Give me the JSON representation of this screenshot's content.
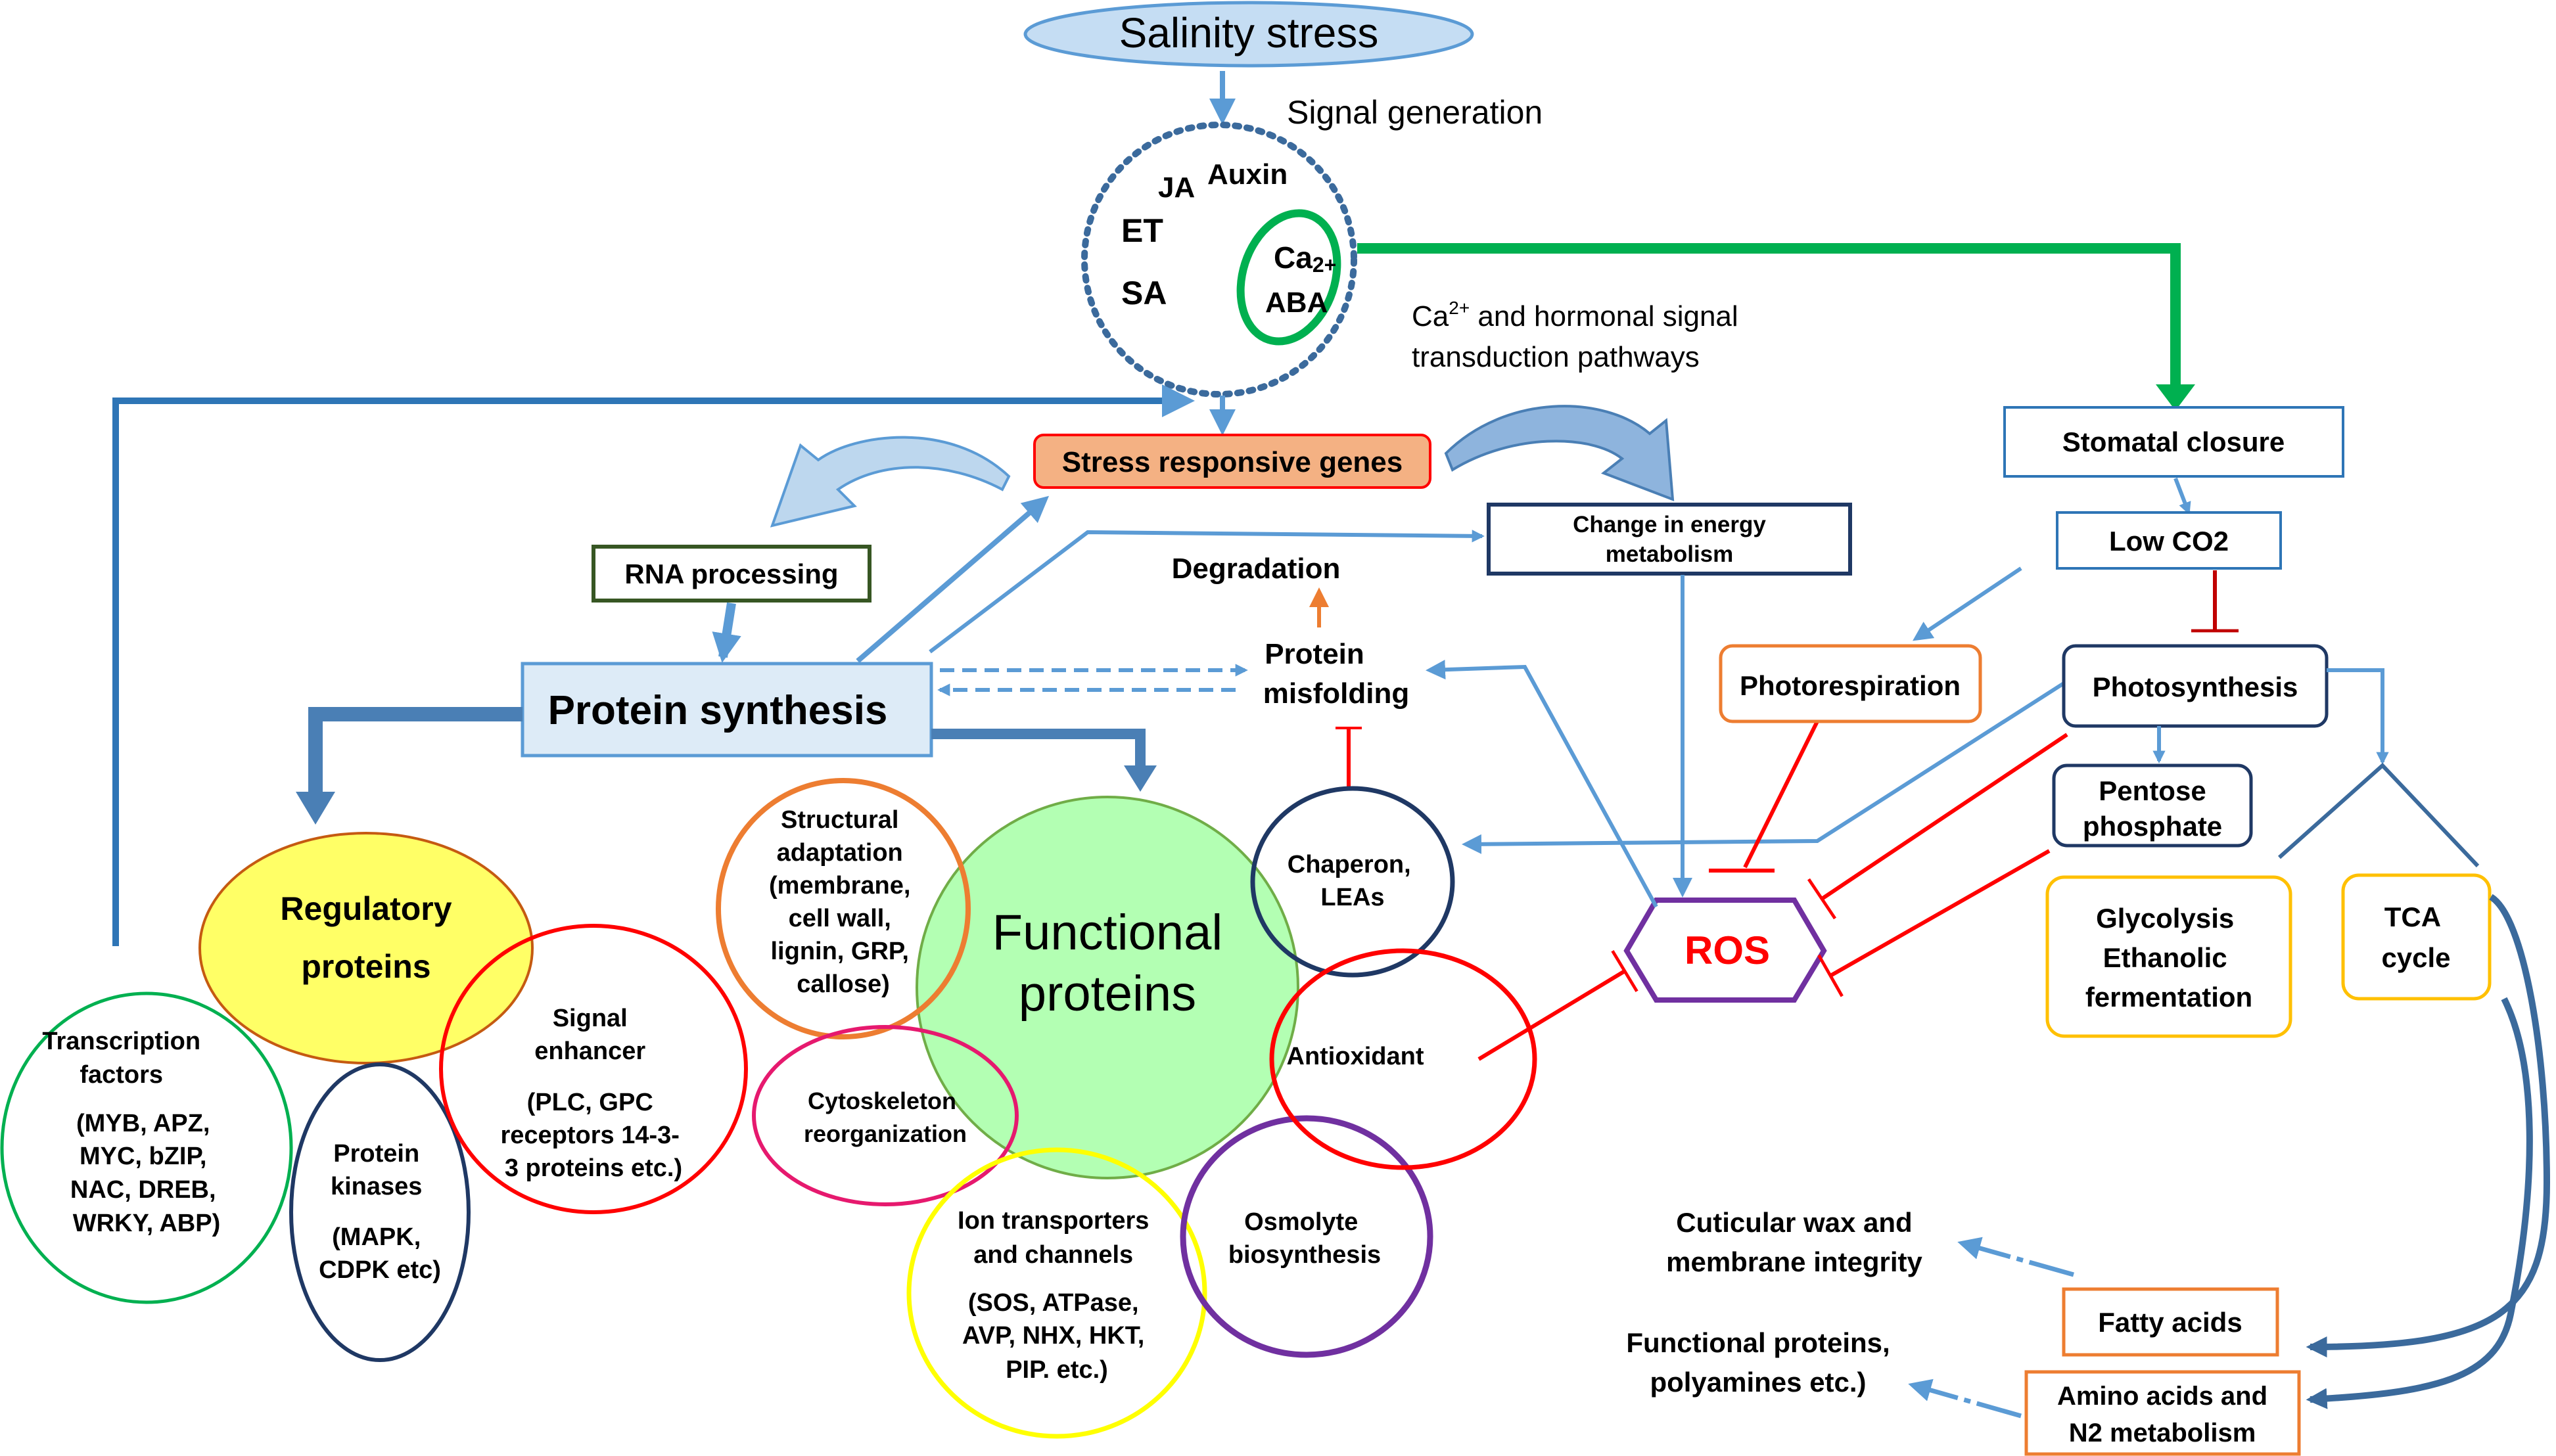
{
  "title": "Salinity stress",
  "signal_generation": "Signal generation",
  "hormones": {
    "ja": "JA",
    "auxin": "Auxin",
    "et": "ET",
    "sa": "SA",
    "ca": "Ca",
    "ca_sup": "2+",
    "aba": "ABA"
  },
  "transduction": {
    "line1_pre": "Ca",
    "line1_sup": "2+",
    "line1_post": " and hormonal signal",
    "line2": "transduction pathways"
  },
  "stress_genes": "Stress responsive genes",
  "rna_processing": "RNA processing",
  "energy": {
    "line1": "Change in energy",
    "line2": "metabolism"
  },
  "degradation": "Degradation",
  "misfolding": {
    "line1": "Protein",
    "line2": "misfolding"
  },
  "protein_synthesis": "Protein synthesis",
  "regulatory": {
    "line1": "Regulatory",
    "line2": "proteins"
  },
  "functional": {
    "line1": "Functional",
    "line2": "proteins"
  },
  "transcription": {
    "lines": [
      "Transcription",
      "factors",
      "",
      "(MYB, APZ,",
      "MYC, bZIP,",
      "NAC, DREB,",
      "WRKY,  ABP)"
    ]
  },
  "kinases": {
    "lines": [
      "Protein",
      "kinases",
      "",
      "(MAPK,",
      "CDPK etc)"
    ]
  },
  "signal_enhancer": {
    "lines": [
      "Signal",
      "enhancer",
      "",
      "(PLC, GPC",
      "receptors 14-3-",
      "3 proteins etc.)"
    ]
  },
  "structural": {
    "lines": [
      "Structural",
      "adaptation",
      "(membrane,",
      "cell wall,",
      "lignin, GRP,",
      "callose)"
    ]
  },
  "cytoskeleton": {
    "lines": [
      "Cytoskeleton",
      "reorganization"
    ]
  },
  "ion": {
    "lines": [
      "Ion transporters",
      "and channels",
      "",
      "(SOS, ATPase,",
      "AVP, NHX, HKT,",
      "PIP. etc.)"
    ]
  },
  "osmolyte": {
    "lines": [
      "Osmolyte",
      "biosynthesis"
    ]
  },
  "chaperon": {
    "lines": [
      "Chaperon,",
      "LEAs"
    ]
  },
  "antioxidant": "Antioxidant",
  "ros": "ROS",
  "stomatal": "Stomatal closure",
  "low_co2": "Low CO2",
  "photorespiration": "Photorespiration",
  "photosynthesis": "Photosynthesis",
  "pentose": {
    "line1": "Pentose",
    "line2": "phosphate"
  },
  "glycolysis": {
    "lines": [
      "Glycolysis",
      "Ethanolic",
      "fermentation"
    ]
  },
  "tca": {
    "lines": [
      "TCA",
      "cycle"
    ]
  },
  "cuticular": {
    "line1": "Cuticular wax and",
    "line2": "membrane integrity"
  },
  "fatty_acids": "Fatty acids",
  "functional_polyamines": {
    "line1": "Functional proteins,",
    "line2": "polyamines etc.)"
  },
  "amino_acids": {
    "line1": "Amino acids and",
    "line2": "N2 metabolism"
  },
  "colors": {
    "blue_arrow": "#5b9bd5",
    "dark_blue": "#1f3864",
    "green": "#00b050",
    "red": "#ff0000",
    "orange_box": "#f4b183",
    "yellow": "#ffff66",
    "light_green": "#b3ffb3",
    "purple": "#7030a0"
  }
}
